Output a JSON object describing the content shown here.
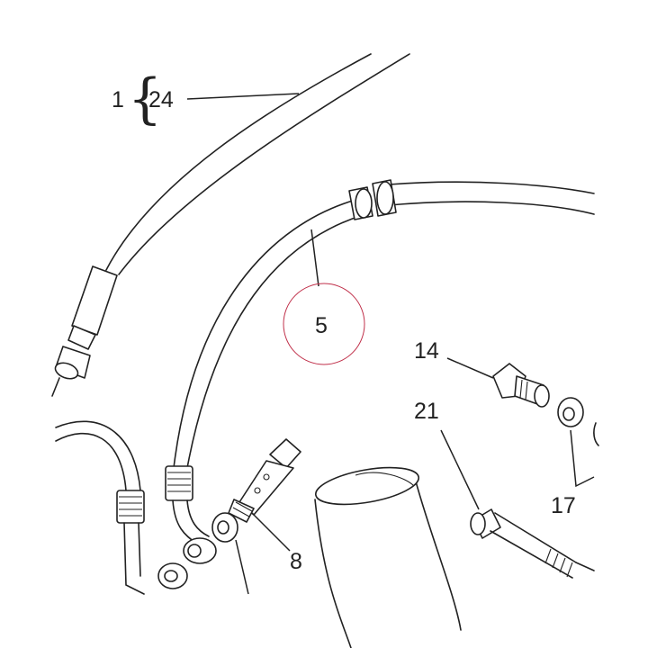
{
  "callouts": {
    "c1": "1",
    "c24": "24",
    "c5": "5",
    "c14": "14",
    "c21": "21",
    "c17": "17",
    "c8": "8"
  },
  "brace": "{",
  "colors": {
    "ink": "#222222",
    "highlight_circle": "#c0304a",
    "background": "#ffffff"
  }
}
